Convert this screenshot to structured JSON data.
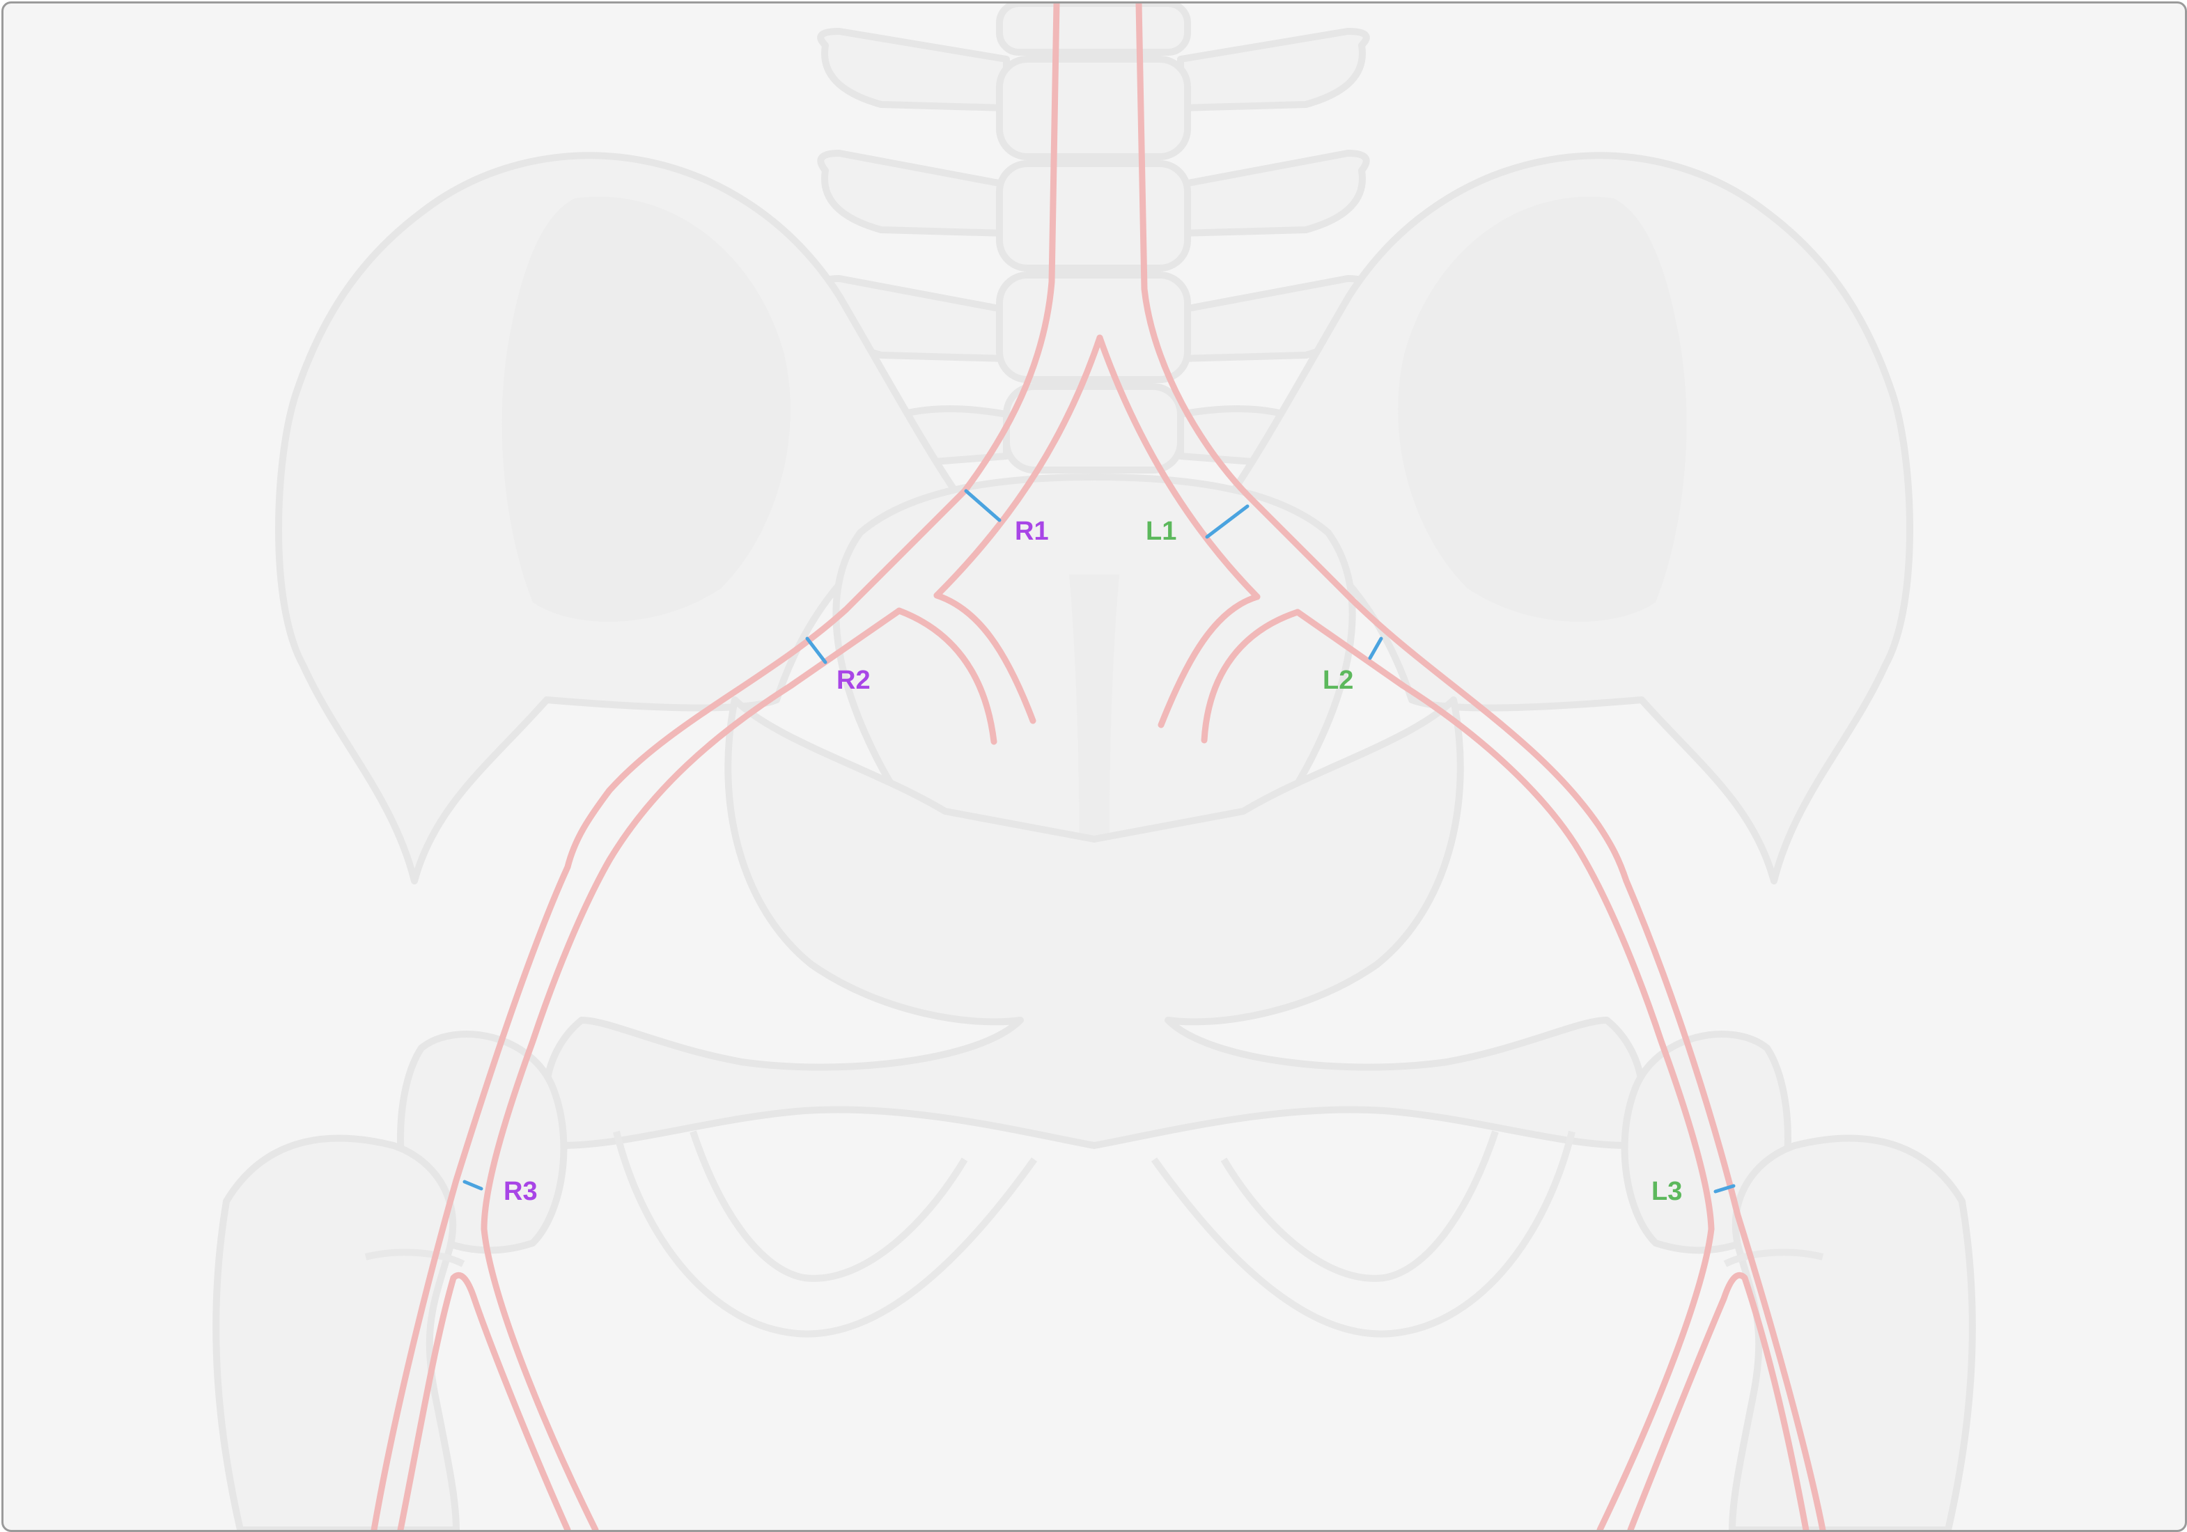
{
  "colors": {
    "background": "#f5f5f5",
    "bone": "#f1f1f1",
    "vessel": "#f1b8b8",
    "marker": "#4aa3df",
    "right_label": "#a845e6",
    "left_label": "#5cb85c"
  },
  "labels": {
    "r1": "R1",
    "r2": "R2",
    "r3": "R3",
    "l1": "L1",
    "l2": "L2",
    "l3": "L3"
  }
}
